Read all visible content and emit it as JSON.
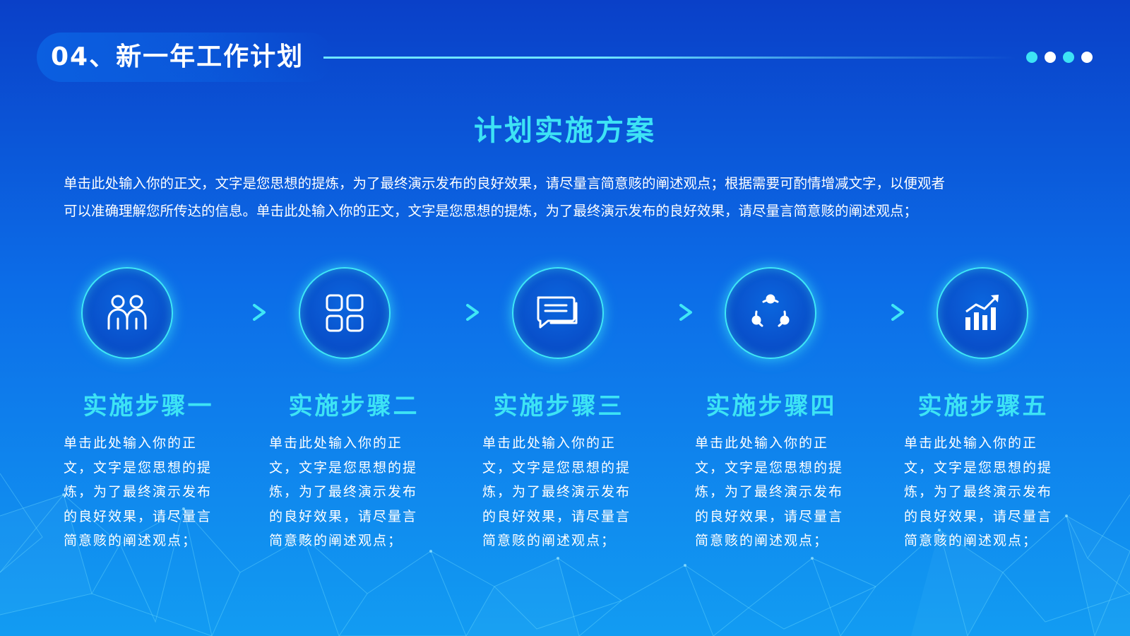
{
  "header": {
    "section_title": "04、新一年工作计划"
  },
  "colors": {
    "accent": "#3de3f5",
    "background_top": "#0a40c8",
    "background_bottom": "#129cf2",
    "dot_1": "#3de3f5",
    "dot_2": "#ffffff",
    "dot_3": "#3de3f5",
    "dot_4": "#ffffff"
  },
  "main": {
    "heading": "计划实施方案",
    "intro_line_1": "单击此处输入你的正文，文字是您思想的提炼，为了最终演示发布的良好效果，请尽量言简意赅的阐述观点；根据需要可酌情增减文字，以便观者",
    "intro_line_2": "可以准确理解您所传达的信息。单击此处输入你的正文，文字是您思想的提炼，为了最终演示发布的良好效果，请尽量言简意赅的阐述观点；"
  },
  "steps": [
    {
      "icon": "users-icon",
      "title": "实施步骤一",
      "description": "单击此处输入你的正\n文，文字是您思想的提\n炼，为了最终演示发布\n的良好效果，请尽量言\n简意赅的阐述观点；"
    },
    {
      "icon": "grid-icon",
      "title": "实施步骤二",
      "description": "单击此处输入你的正\n文，文字是您思想的提\n炼，为了最终演示发布\n的良好效果，请尽量言\n简意赅的阐述观点；"
    },
    {
      "icon": "chat-icon",
      "title": "实施步骤三",
      "description": "单击此处输入你的正\n文，文字是您思想的提\n炼，为了最终演示发布\n的良好效果，请尽量言\n简意赅的阐述观点；"
    },
    {
      "icon": "cycle-icon",
      "title": "实施步骤四",
      "description": "单击此处输入你的正\n文，文字是您思想的提\n炼，为了最终演示发布\n的良好效果，请尽量言\n简意赅的阐述观点；"
    },
    {
      "icon": "growth-chart-icon",
      "title": "实施步骤五",
      "description": "单击此处输入你的正\n文，文字是您思想的提\n炼，为了最终演示发布\n的良好效果，请尽量言\n简意赅的阐述观点；"
    }
  ]
}
